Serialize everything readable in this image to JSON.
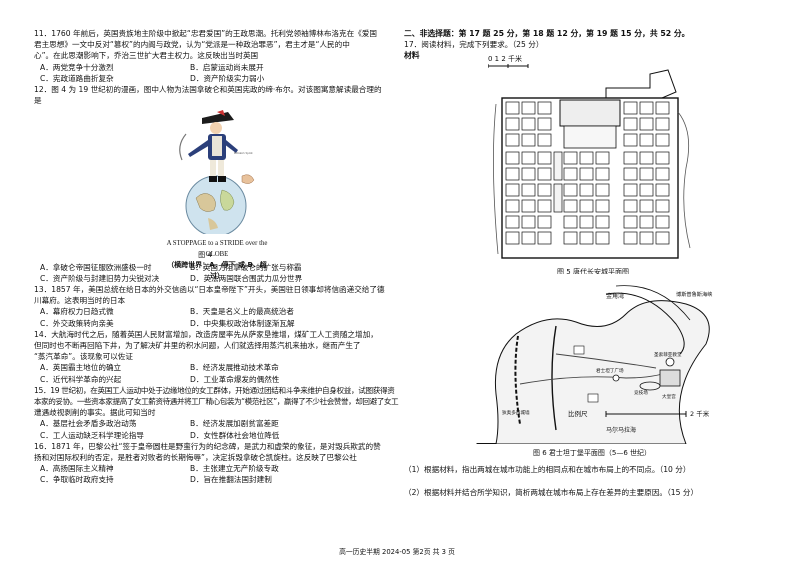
{
  "left": {
    "q11": {
      "stem1": "11．1760 年前后，英国贵族地主阶级中掀起“忠君爱国”的王政思潮。托利党领袖博林布洛克在《爱国",
      "stem2": "君主思想》一文中反对“篡权”的内阁与政党，认为“党派是一种政治罪恶”，君主才是“人民的中",
      "stem3": "心”。在此思潮影响下，乔治三世扩大君主权力。这反映出当时英国",
      "options": [
        "A．两党竞争十分激烈",
        "B．启蒙运动尚未展开",
        "C．宪政道路曲折复杂",
        "D．资产阶级实力弱小"
      ]
    },
    "q12": {
      "stem1": "12．图 4 为 19 世纪初的漫画，图中人物为法国拿破仑和英国宪政的缔·布尔。对该图寓意解读最合理的",
      "stem2": "是",
      "cartoon_caption": "A STOPPAGE to a STRIDE over the GLOBE",
      "cartoon_sub": "（横跨世界：A．停下 或 B．超过）",
      "figure_label": "图 4",
      "options": [
        "A．拿破仑帝国征服欧洲盛极一时",
        "B．英国力阻拿破仑的扩张与称霸",
        "C．资产阶级与封建旧势力尖锐对决",
        "D．英法两国联合围武力瓜分世界"
      ]
    },
    "q13": {
      "stem1": "13．1857 年，美国总统在给日本的外交信函以“日本皇帝陛下”开头，美国驻日领事却将信函递交给了德",
      "stem2": "川幕府。这表明当时的日本",
      "options": [
        "A．幕府权力日趋式微",
        "B．天皇是名义上的最高统治者",
        "C．外交政策转向亲美",
        "D．中央集权政治体制逐渐瓦解"
      ]
    },
    "q14": {
      "stem1": "14．大航海时代之后，随着英国人民财富增加，改造房屋率先从萨家垦推增，煤矿工人工资随之增加，",
      "stem2": "但同时也不断再回陷下井，为了解决矿井里的积水问题，人们就选择用蒸汽机来抽水，继而产生了",
      "stem3": "“蒸汽革命”。该现象可以佐证",
      "options": [
        "A．英国霸主地位的确立",
        "B．经济发展推动技术革命",
        "C．近代科学革命的兴起",
        "D．工业革命爆发的偶然性"
      ]
    },
    "q15": {
      "stem1": "15．19 世纪初，在英国工人运动中处于边缘地位的女工群体，开始通过团结和斗争来维护自身权益，试图获得资",
      "stem2": "本家的妥协。一些资本家提高了女工薪资待遇并将工厂精心包装为“模范社区”，赢得了不少社会赞誉，却回避了女工",
      "stem3": "遭遇歧视剥削的事实。据此可知当时",
      "options": [
        "A．基层社会矛盾多政治动荡",
        "B．经济发展加剧贫富差距",
        "C．工人运动缺乏科学理论指导",
        "D．女性群体社会地位降低"
      ]
    },
    "q16": {
      "stem1": "16．1871 年，巴黎公社“签于皇帝圆柱是野蛮行为的纪念碑，是武力和虚荣的象征，是对毁兵欺武的赞",
      "stem2": "扬和对国际权利的否定，是胜者对败者的长期侮辱”，决定拆毁拿破仑凯旋柱。这反映了巴黎公社",
      "options": [
        "A．高扬国际主义精神",
        "B．主张建立无产阶级专政",
        "C．争取临时政府支持",
        "D．旨在推翻法国封建制"
      ]
    }
  },
  "right": {
    "section_title": "二、非选择题：第 17 题 25 分，第 18 题 12 分，第 19 题 15 分，共 52 分。",
    "q17_intro": "17．阅读材料，完成下列要求。（25 分）",
    "material_label": "材料",
    "map1": {
      "scale": "0 1 2 千米",
      "caption": "图 5  唐代长安城平面图"
    },
    "map2": {
      "scale_label": "比例尺",
      "scale_unit": "2 千米",
      "caption": "图 6  君士坦丁堡平面图（5—6 世纪）",
      "labels": [
        "金角湾",
        "博斯普鲁斯海峡",
        "马尔马拉海",
        "大皇宫",
        "圣索菲亚教堂",
        "竞技场",
        "君士坦丁广场",
        "狄奥多西城墙"
      ]
    },
    "q17_1": "（1）根据材料，指出两城在城市功能上的相同点和在城市布局上的不同点。（10 分）",
    "q17_2": "（2）根据材料并结合所学知识，简析两城在城市布局上存在差异的主要原因。（15 分）"
  },
  "footer": "高一历史半期    2024-05    第2页    共 3 页"
}
